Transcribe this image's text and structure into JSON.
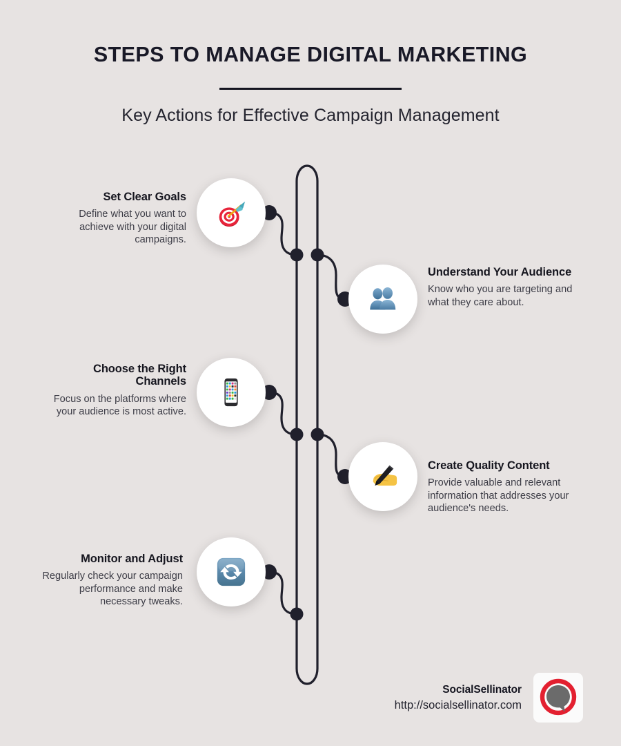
{
  "header": {
    "title": "STEPS TO MANAGE DIGITAL MARKETING",
    "subtitle": "Key Actions for Effective Campaign Management"
  },
  "colors": {
    "background": "#e7e3e2",
    "rail": "#20202c",
    "title": "#16161f",
    "body_text": "#3c3c46",
    "bubble": "#ffffff",
    "logo_red": "#e32030",
    "logo_gray": "#6b6b6b"
  },
  "steps": [
    {
      "index": 1,
      "side": "left",
      "title": "Set Clear Goals",
      "description": "Define what you want to achieve with your digital campaigns.",
      "icon": "dart-target-icon"
    },
    {
      "index": 2,
      "side": "right",
      "title": "Understand Your Audience",
      "description": "Know who you are targeting and what they care about.",
      "icon": "two-people-icon"
    },
    {
      "index": 3,
      "side": "left",
      "title": "Choose the Right Channels",
      "description": "Focus on the platforms where your audience is most active.",
      "icon": "mobile-phone-icon"
    },
    {
      "index": 4,
      "side": "right",
      "title": "Create Quality Content",
      "description": "Provide valuable and relevant information that addresses your audience's needs.",
      "icon": "writing-hand-icon"
    },
    {
      "index": 5,
      "side": "left",
      "title": "Monitor and Adjust",
      "description": "Regularly check your campaign performance and make necessary tweaks.",
      "icon": "sync-arrows-icon"
    }
  ],
  "footer": {
    "brand_name": "SocialSellinator",
    "url": "http://socialsellinator.com",
    "logo": "speech-bubble-ring-logo"
  }
}
